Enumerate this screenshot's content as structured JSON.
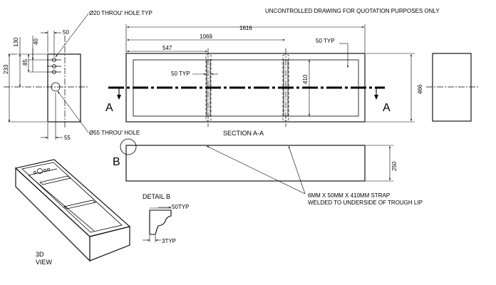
{
  "header": {
    "note": "UNCONTROLLED DRAWING FOR QUOTATION PURPOSES ONLY"
  },
  "side_view": {
    "hole_small_label": "Ø20 THROU' HOLE TYP",
    "hole_large_label": "Ø55 THROU' HOLE",
    "dims": {
      "top_width": "50",
      "h130": "130",
      "h40": "40",
      "h85": "85",
      "h233": "233",
      "bottom_width": "55"
    }
  },
  "plan_view": {
    "dims": {
      "length_total": "1616",
      "d1069": "1069",
      "d547": "547",
      "strap_typ_right": "50 TYP",
      "strap_typ_left": "50 TYP",
      "inner_width": "410",
      "outer_width": "466"
    },
    "section_mark_left": "A",
    "section_mark_right": "A"
  },
  "section_view": {
    "title": "SECTION A-A",
    "detail_mark": "B",
    "height_dim": "250",
    "strap_note_line1": "6MM X 50MM X 410MM STRAP",
    "strap_note_line2": "WELDED TO UNDERSIDE OF TROUGH LIP"
  },
  "detail_b": {
    "title": "DETAIL B",
    "dim_top": "50TYP",
    "dim_bottom": "3TYP"
  },
  "iso_view": {
    "label_line1": "3D",
    "label_line2": "VIEW"
  }
}
